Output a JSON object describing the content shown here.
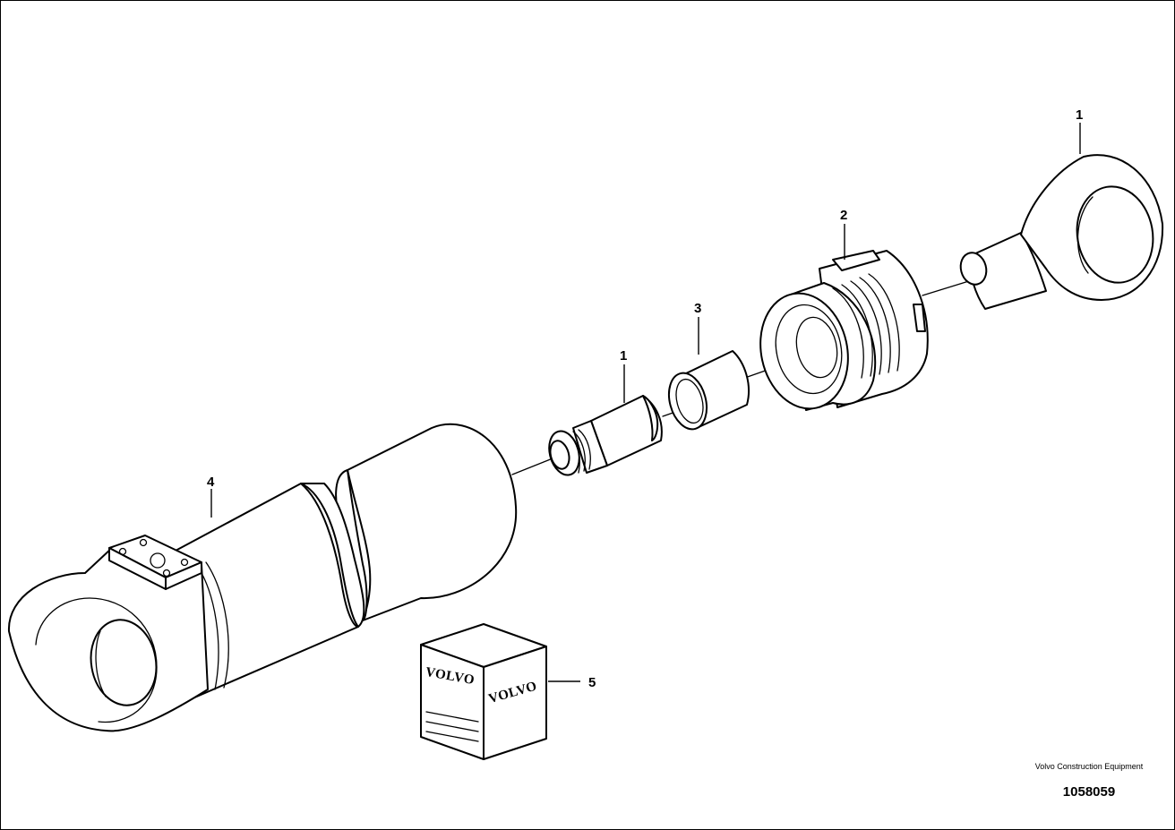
{
  "diagram": {
    "callouts": {
      "piston_rod": "1",
      "cylinder_head": "2",
      "bushing": "3",
      "cylinder_tube": "4",
      "seal_kit": "5",
      "piston_rod_end": "1"
    },
    "seal_kit_brand": "VOLVO",
    "caption": {
      "company": "Volvo Construction Equipment",
      "drawing_number": "1058059"
    }
  }
}
